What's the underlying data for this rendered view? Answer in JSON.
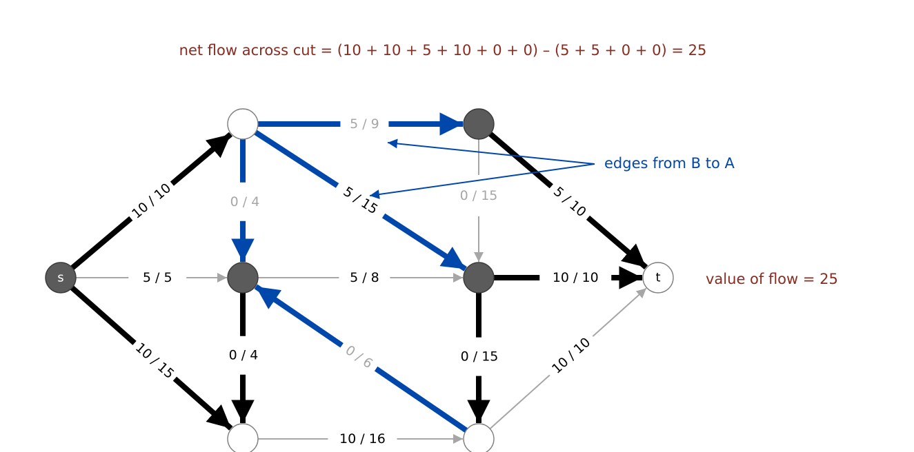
{
  "colors": {
    "dark": "#000000",
    "blue": "#0047ab",
    "gray": "#a6a6a6",
    "node_fill_dark": "#5b5b5b",
    "node_stroke": "#7f7f7f",
    "heading": "#8b2b1f",
    "annotation": "#0047ab"
  },
  "text": {
    "heading": "net flow across cut  =  (10 + 10  + 5 + 10 + 0 + 0) – (5 + 5 + 0 + 0)  =  25",
    "value_of_flow": "value of flow  =  25",
    "annotation": "edges from B to A"
  },
  "nodes": [
    {
      "id": "s",
      "label": "s",
      "shade": "dark"
    },
    {
      "id": "top_left",
      "label": "",
      "shade": "light"
    },
    {
      "id": "top_right",
      "label": "",
      "shade": "dark"
    },
    {
      "id": "mid_left",
      "label": "",
      "shade": "dark"
    },
    {
      "id": "mid_right",
      "label": "",
      "shade": "dark"
    },
    {
      "id": "bot_left",
      "label": "",
      "shade": "light"
    },
    {
      "id": "bot_right",
      "label": "",
      "shade": "light"
    },
    {
      "id": "t",
      "label": "t",
      "shade": "light"
    }
  ],
  "edges": [
    {
      "id": "s-topleft",
      "from": "s",
      "to": "top_left",
      "flow": 10,
      "capacity": 10,
      "label": "10 / 10",
      "style": "dark"
    },
    {
      "id": "s-midleft",
      "from": "s",
      "to": "mid_left",
      "flow": 5,
      "capacity": 5,
      "label": "5 / 5",
      "style": "gray"
    },
    {
      "id": "s-botleft",
      "from": "s",
      "to": "bot_left",
      "flow": 10,
      "capacity": 15,
      "label": "10 / 15",
      "style": "dark"
    },
    {
      "id": "topleft-topright",
      "from": "top_left",
      "to": "top_right",
      "flow": 5,
      "capacity": 9,
      "label": "5 / 9",
      "style": "blue"
    },
    {
      "id": "topleft-midleft",
      "from": "top_left",
      "to": "mid_left",
      "flow": 0,
      "capacity": 4,
      "label": "0 / 4",
      "style": "blue"
    },
    {
      "id": "topleft-midright",
      "from": "top_left",
      "to": "mid_right",
      "flow": 5,
      "capacity": 15,
      "label": "5 / 15",
      "style": "blue"
    },
    {
      "id": "topright-midright",
      "from": "top_right",
      "to": "mid_right",
      "flow": 0,
      "capacity": 15,
      "label": "0 / 15",
      "style": "gray"
    },
    {
      "id": "topright-t",
      "from": "top_right",
      "to": "t",
      "flow": 5,
      "capacity": 10,
      "label": "5 / 10",
      "style": "dark"
    },
    {
      "id": "midleft-midright",
      "from": "mid_left",
      "to": "mid_right",
      "flow": 5,
      "capacity": 8,
      "label": "5 / 8",
      "style": "gray"
    },
    {
      "id": "midleft-botleft",
      "from": "mid_left",
      "to": "bot_left",
      "flow": 0,
      "capacity": 4,
      "label": "0 / 4",
      "style": "dark"
    },
    {
      "id": "midright-t",
      "from": "mid_right",
      "to": "t",
      "flow": 10,
      "capacity": 10,
      "label": "10 / 10",
      "style": "dark"
    },
    {
      "id": "midright-botright",
      "from": "mid_right",
      "to": "bot_right",
      "flow": 0,
      "capacity": 15,
      "label": "0 / 15",
      "style": "dark"
    },
    {
      "id": "botright-midleft",
      "from": "bot_right",
      "to": "mid_left",
      "flow": 0,
      "capacity": 6,
      "label": "0 / 6",
      "style": "blue"
    },
    {
      "id": "botleft-botright",
      "from": "bot_left",
      "to": "bot_right",
      "flow": 10,
      "capacity": 16,
      "label": "10 / 16",
      "style": "gray"
    },
    {
      "id": "botright-t",
      "from": "bot_right",
      "to": "t",
      "flow": 10,
      "capacity": 10,
      "label": "10 / 10",
      "style": "gray"
    }
  ]
}
